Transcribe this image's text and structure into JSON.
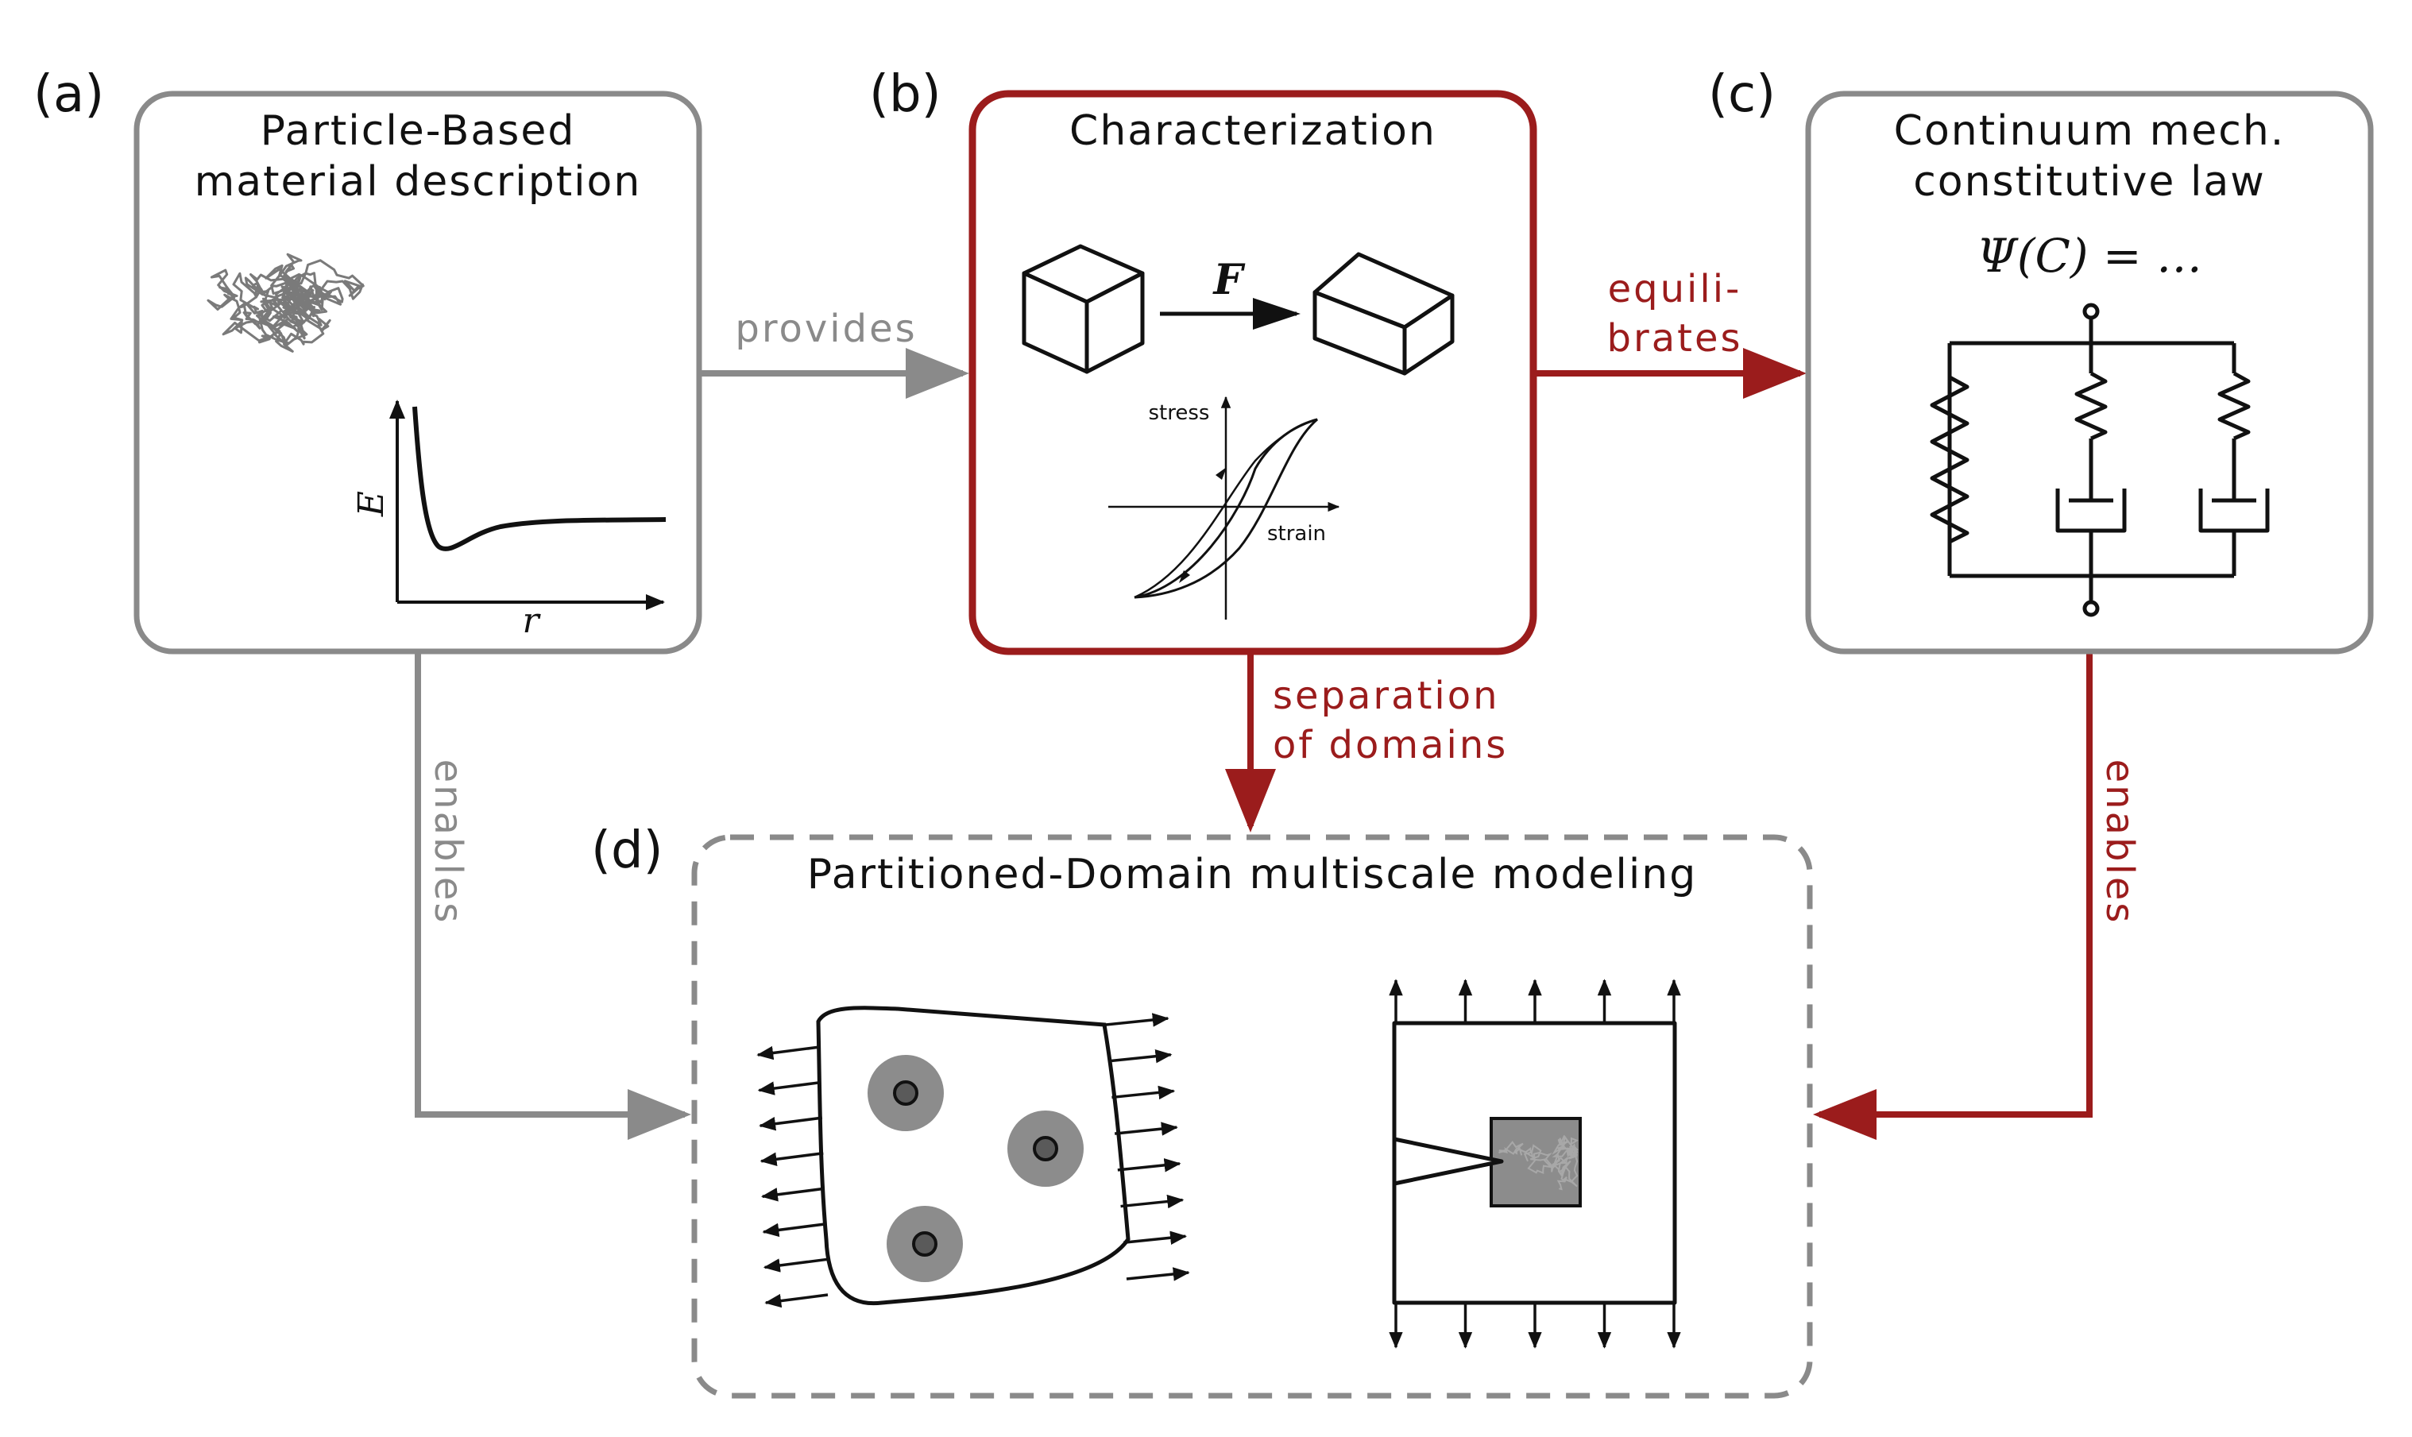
{
  "colors": {
    "gray": "#8a8a8a",
    "red": "#9b1c1c",
    "black": "#111111",
    "fill": "#8c8c8c"
  },
  "panels": {
    "a": {
      "tag": "(a)",
      "title_line1": "Particle-Based",
      "title_line2": "material description",
      "plot": {
        "ylabel": "E",
        "xlabel": "r"
      }
    },
    "b": {
      "tag": "(b)",
      "title": "Characterization",
      "deform_label": "F",
      "plot": {
        "ylabel": "stress",
        "xlabel": "strain"
      }
    },
    "c": {
      "tag": "(c)",
      "title_line1": "Continuum mech.",
      "title_line2": "constitutive law",
      "formula": "Ψ(C) = …"
    },
    "d": {
      "tag": "(d)",
      "title": "Partitioned-Domain multiscale modeling"
    }
  },
  "arrows": {
    "a_to_b": "provides",
    "b_to_c_line1": "equili-",
    "b_to_c_line2": "brates",
    "b_to_d_line1": "separation",
    "b_to_d_line2": "of domains",
    "a_to_d": "enables",
    "c_to_d": "enables"
  }
}
